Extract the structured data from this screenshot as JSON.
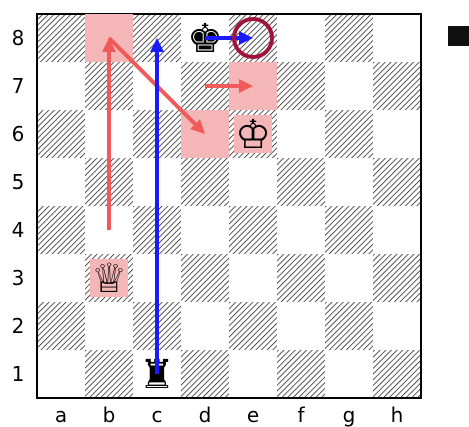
{
  "board": {
    "files": [
      "a",
      "b",
      "c",
      "d",
      "e",
      "f",
      "g",
      "h"
    ],
    "ranks": [
      "1",
      "2",
      "3",
      "4",
      "5",
      "6",
      "7",
      "8"
    ],
    "dark_square_style": "diagonal-hatch",
    "highlighted_squares": [
      "b8",
      "d6",
      "e7"
    ],
    "highlight_color": "#f4b6b6"
  },
  "pieces": [
    {
      "square": "d8",
      "piece": "king",
      "color": "black",
      "glyph": "♚",
      "highlighted": false
    },
    {
      "square": "e6",
      "piece": "king",
      "color": "white",
      "glyph": "♔",
      "highlighted": true
    },
    {
      "square": "b3",
      "piece": "queen",
      "color": "white",
      "glyph": "♕",
      "highlighted": true
    },
    {
      "square": "c1",
      "piece": "rook",
      "color": "black",
      "glyph": "♜",
      "highlighted": false
    }
  ],
  "arrows": [
    {
      "from": "b4",
      "to": "b8",
      "color": "#f05a5a",
      "name": "arrow-red-b4-b8"
    },
    {
      "from": "b8",
      "to": "d6",
      "color": "#f05a5a",
      "name": "arrow-red-b8-d6"
    },
    {
      "from": "d7",
      "to": "e7",
      "color": "#f05a5a",
      "name": "arrow-red-d7-e7"
    },
    {
      "from": "c1",
      "to": "c8",
      "color": "#1a1aff",
      "name": "arrow-blue-c1-c8"
    },
    {
      "from": "d8",
      "to": "e8",
      "color": "#1a1aff",
      "name": "arrow-blue-d8-e8"
    }
  ],
  "circles": [
    {
      "square": "e8",
      "color": "#a0143c",
      "name": "circle-e8"
    }
  ],
  "side_to_move": {
    "color": "black",
    "swatch": "#111111"
  }
}
